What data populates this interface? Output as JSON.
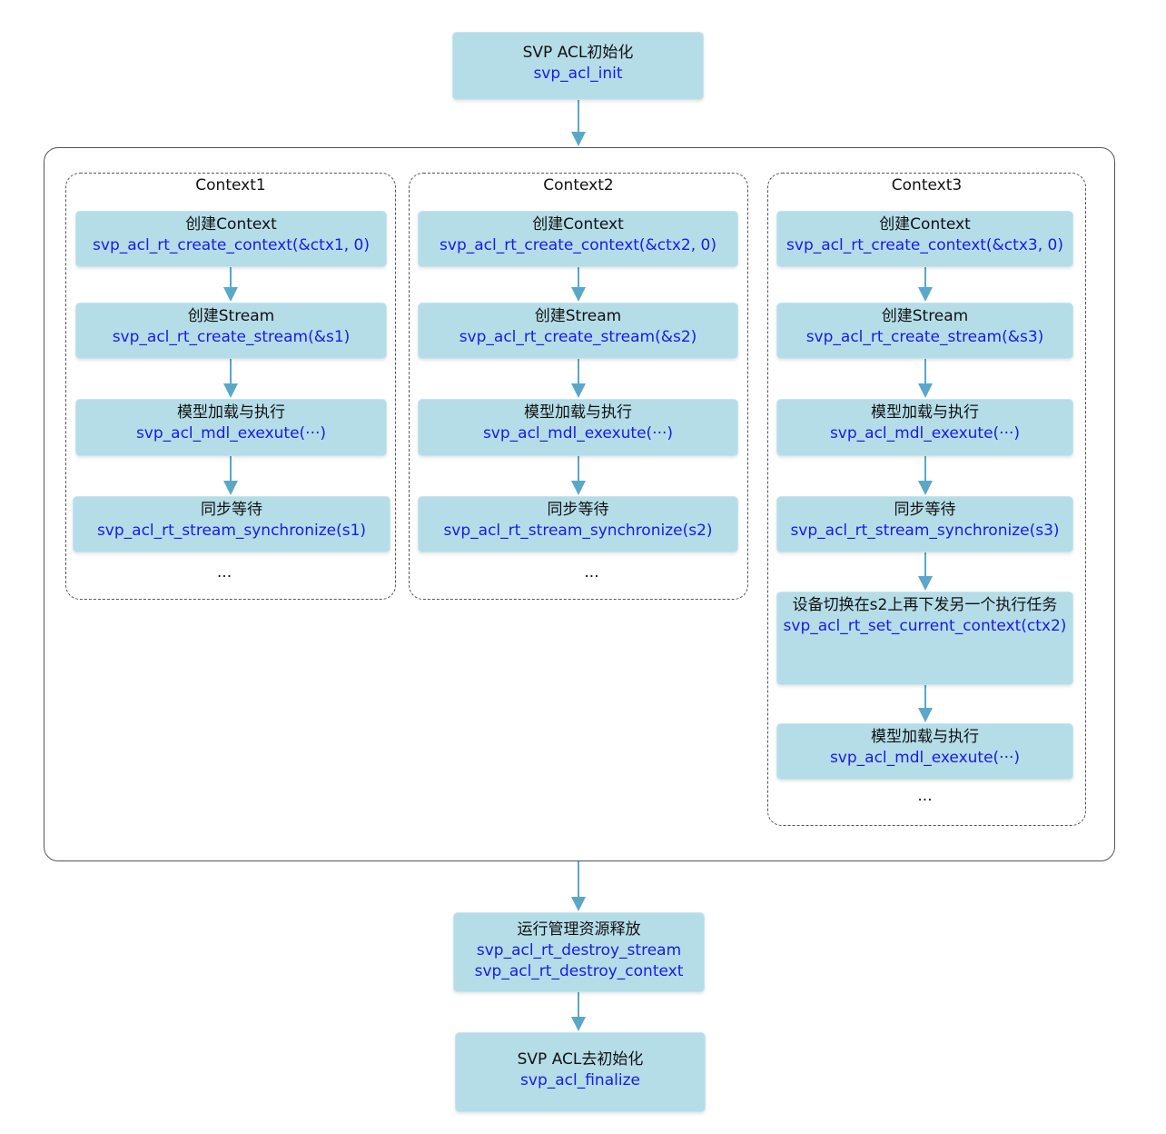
{
  "top": {
    "title": "SVP ACL初始化",
    "code": "svp_acl_init"
  },
  "contexts": [
    {
      "name": "Context1",
      "steps": [
        {
          "title": "创建Context",
          "code": "svp_acl_rt_create_context(&ctx1, 0)"
        },
        {
          "title": "创建Stream",
          "code": "svp_acl_rt_create_stream(&s1)"
        },
        {
          "title": "模型加载与执行",
          "code": "svp_acl_mdl_exexute(···)"
        },
        {
          "title": "同步等待",
          "code": "svp_acl_rt_stream_synchronize(s1)"
        }
      ],
      "ellipsis": "..."
    },
    {
      "name": "Context2",
      "steps": [
        {
          "title": "创建Context",
          "code": "svp_acl_rt_create_context(&ctx2, 0)"
        },
        {
          "title": "创建Stream",
          "code": "svp_acl_rt_create_stream(&s2)"
        },
        {
          "title": "模型加载与执行",
          "code": "svp_acl_mdl_exexute(···)"
        },
        {
          "title": "同步等待",
          "code": "svp_acl_rt_stream_synchronize(s2)"
        }
      ],
      "ellipsis": "..."
    },
    {
      "name": "Context3",
      "steps": [
        {
          "title": "创建Context",
          "code": "svp_acl_rt_create_context(&ctx3, 0)"
        },
        {
          "title": "创建Stream",
          "code": "svp_acl_rt_create_stream(&s3)"
        },
        {
          "title": "模型加载与执行",
          "code": "svp_acl_mdl_exexute(···)"
        },
        {
          "title": "同步等待",
          "code": "svp_acl_rt_stream_synchronize(s3)"
        },
        {
          "title": "设备切换在s2上再下发另一个执行任务",
          "code": "svp_acl_rt_set_current_context(ctx2)"
        },
        {
          "title": "模型加载与执行",
          "code": "svp_acl_mdl_exexute(···)"
        }
      ],
      "ellipsis": "..."
    }
  ],
  "release": {
    "title": "运行管理资源释放",
    "code1": "svp_acl_rt_destroy_stream",
    "code2": "svp_acl_rt_destroy_context"
  },
  "bottom": {
    "title": "SVP ACL去初始化",
    "code": "svp_acl_finalize"
  },
  "colors": {
    "box_fill": "#b4dde8",
    "code_text": "#1a1ae6",
    "arrow": "#5aa8c8"
  }
}
